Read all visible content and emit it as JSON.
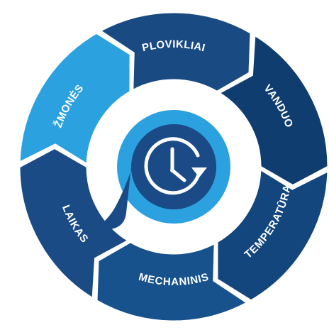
{
  "diagram": {
    "segments": [
      {
        "label": "PLOVIKLIAI",
        "color": "#1a4a82"
      },
      {
        "label": "VANDUO",
        "color": "#0f3d70"
      },
      {
        "label": "TEMPERATŪRA",
        "color": "#12467c"
      },
      {
        "label": "MECHANINIS",
        "color": "#17528d"
      },
      {
        "label": "LAIKAS",
        "color": "#1a4b84"
      },
      {
        "label": "ŽMONĖS",
        "color": "#2ba1df"
      }
    ],
    "center": {
      "icon": "clock-refresh-icon",
      "outer_color": "#2ba1df",
      "inner_color": "#1b4b86",
      "bubble_color": "#1b4b86"
    }
  }
}
